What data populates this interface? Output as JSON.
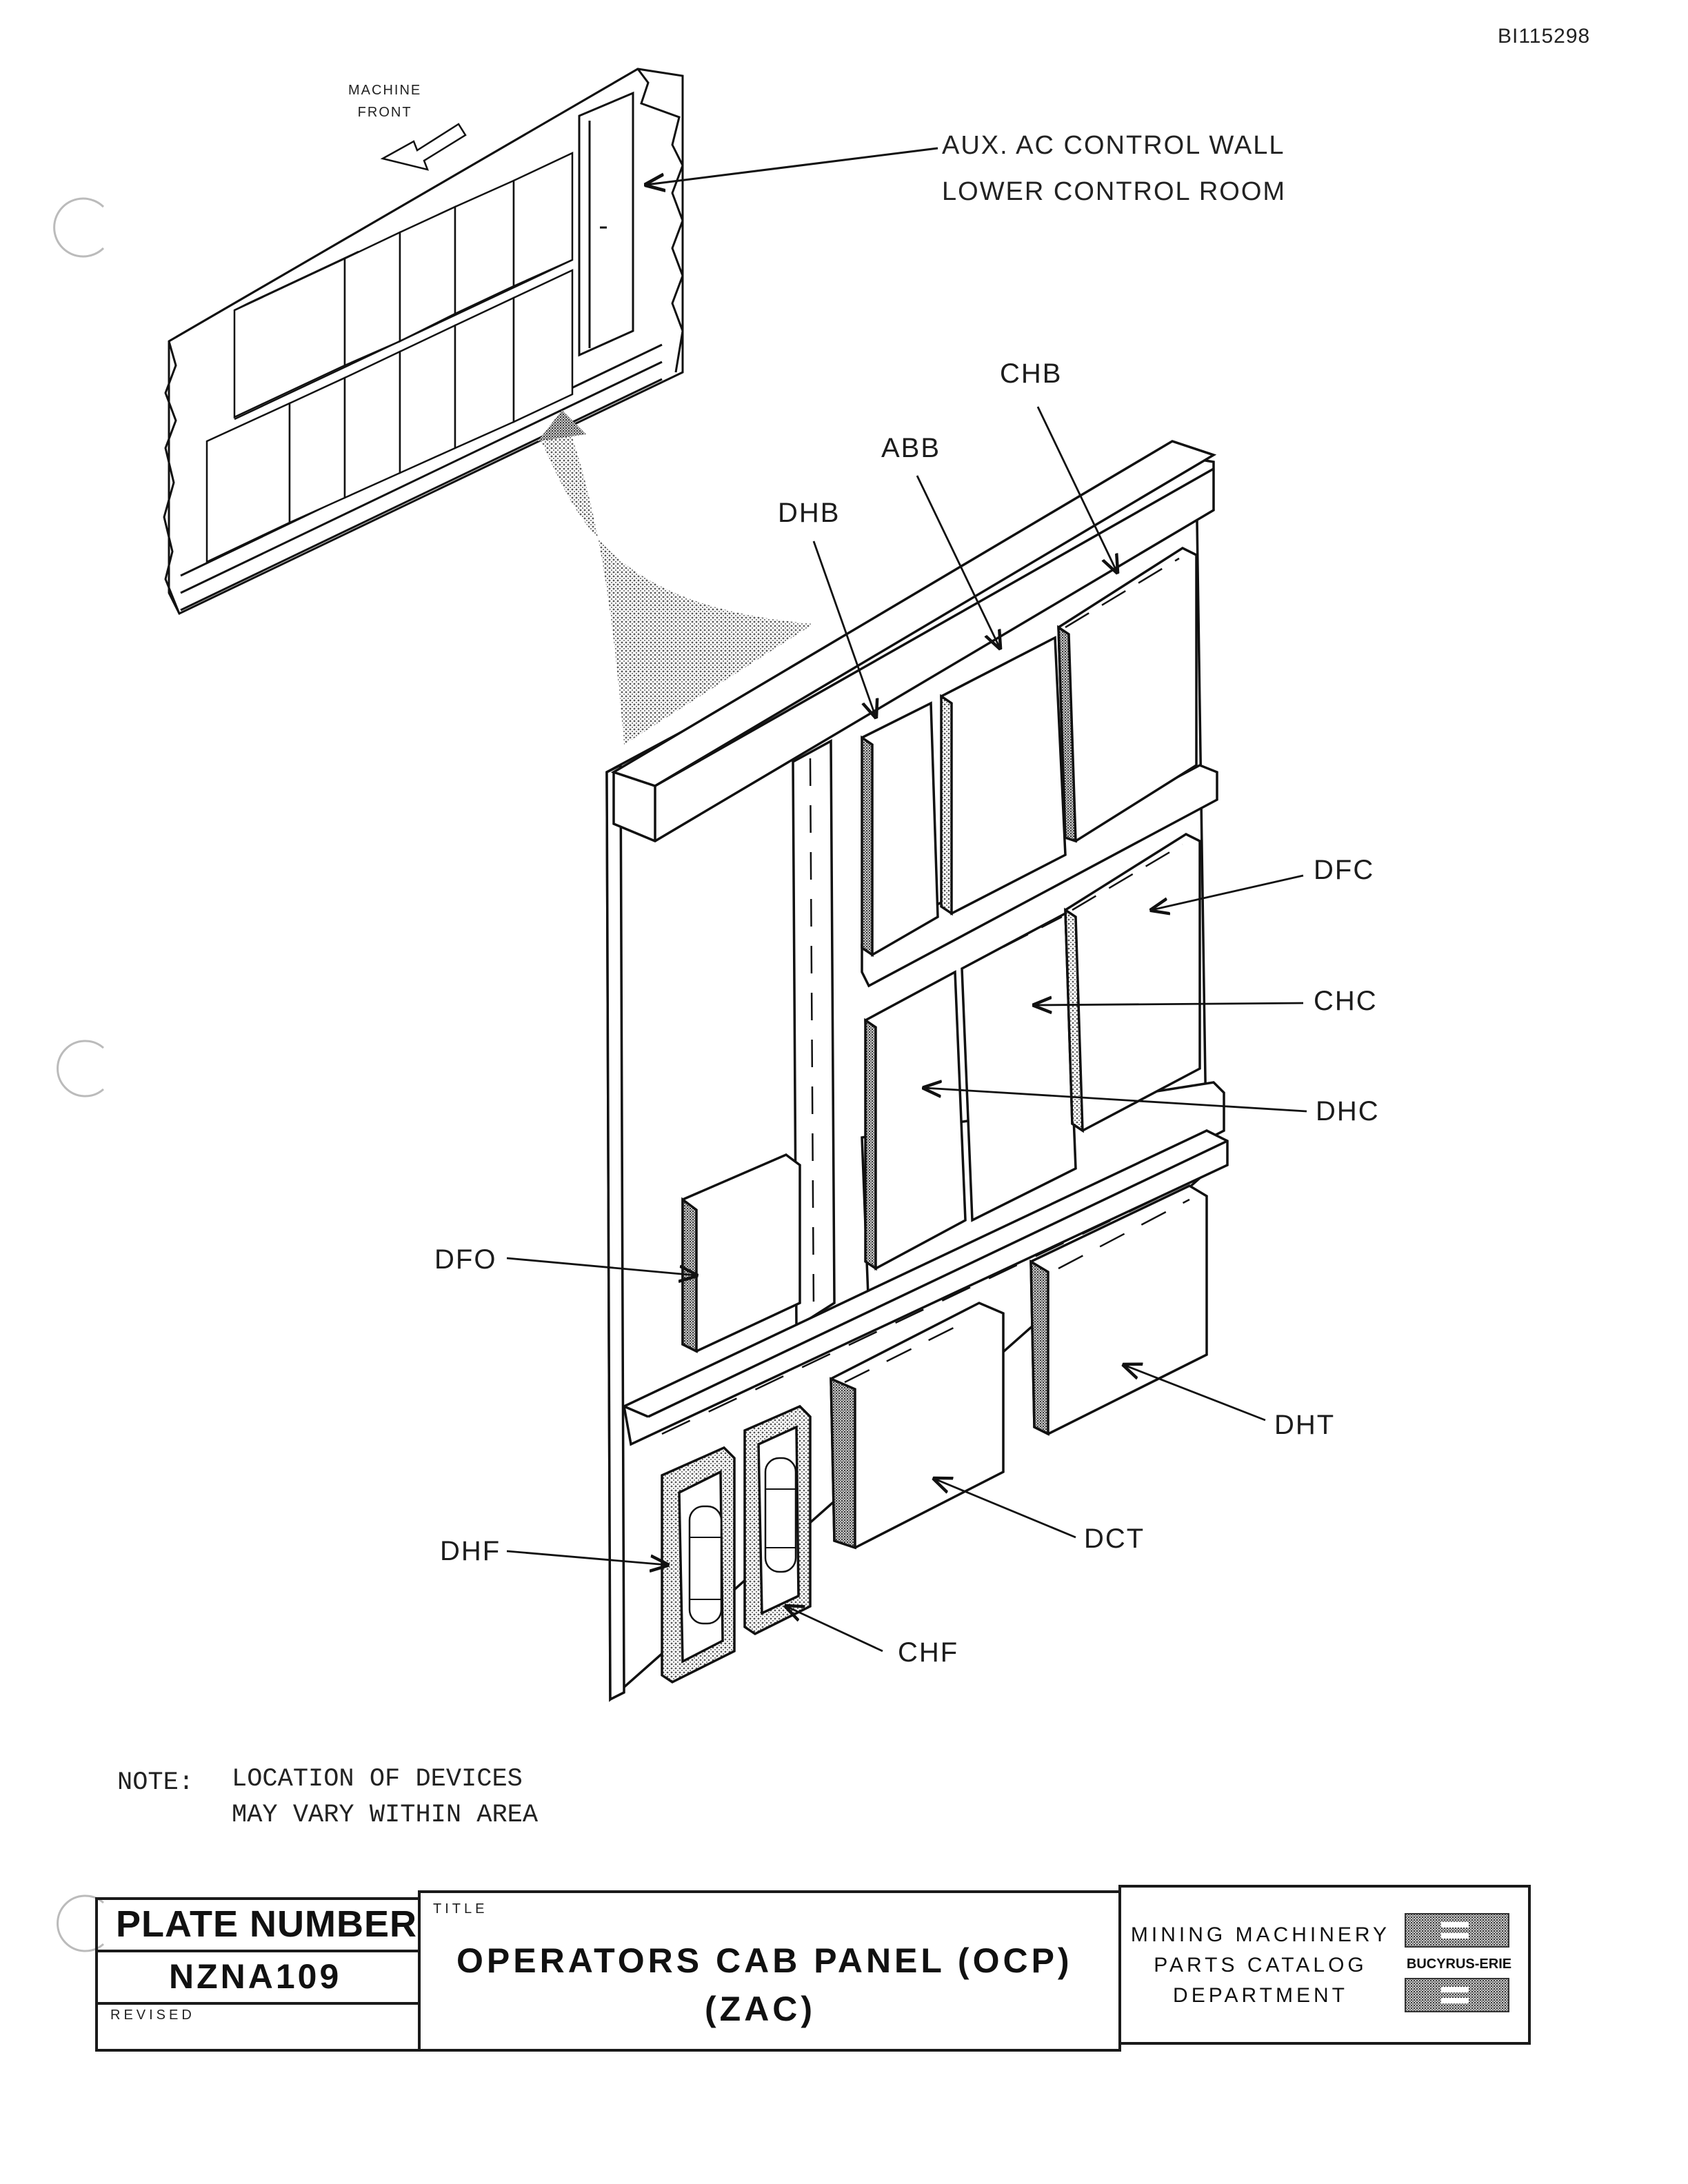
{
  "document_id": "BI115298",
  "machine_front_label": [
    "MACHINE",
    "FRONT"
  ],
  "callout": {
    "line1": "AUX. AC CONTROL WALL",
    "line2": "LOWER CONTROL ROOM"
  },
  "device_labels": {
    "chb": "CHB",
    "abb": "ABB",
    "dhb": "DHB",
    "dfc": "DFC",
    "chc": "CHC",
    "dhc": "DHC",
    "dfo": "DFO",
    "dht": "DHT",
    "dct": "DCT",
    "dhf": "DHF",
    "chf": "CHF"
  },
  "note": {
    "prefix": "NOTE:",
    "line1": "LOCATION OF DEVICES",
    "line2": "MAY VARY WITHIN AREA"
  },
  "title_block": {
    "plate_label": "PLATE NUMBER",
    "plate_number": "NZNA109",
    "revised_label": "REVISED",
    "title_label": "TITLE",
    "title_line1": "OPERATORS CAB PANEL   (OCP)",
    "title_line2": "(ZAC)",
    "dept_line1": "MINING MACHINERY",
    "dept_line2": "PARTS CATALOG",
    "dept_line3": "DEPARTMENT",
    "brand": "BUCYRUS-ERIE"
  }
}
